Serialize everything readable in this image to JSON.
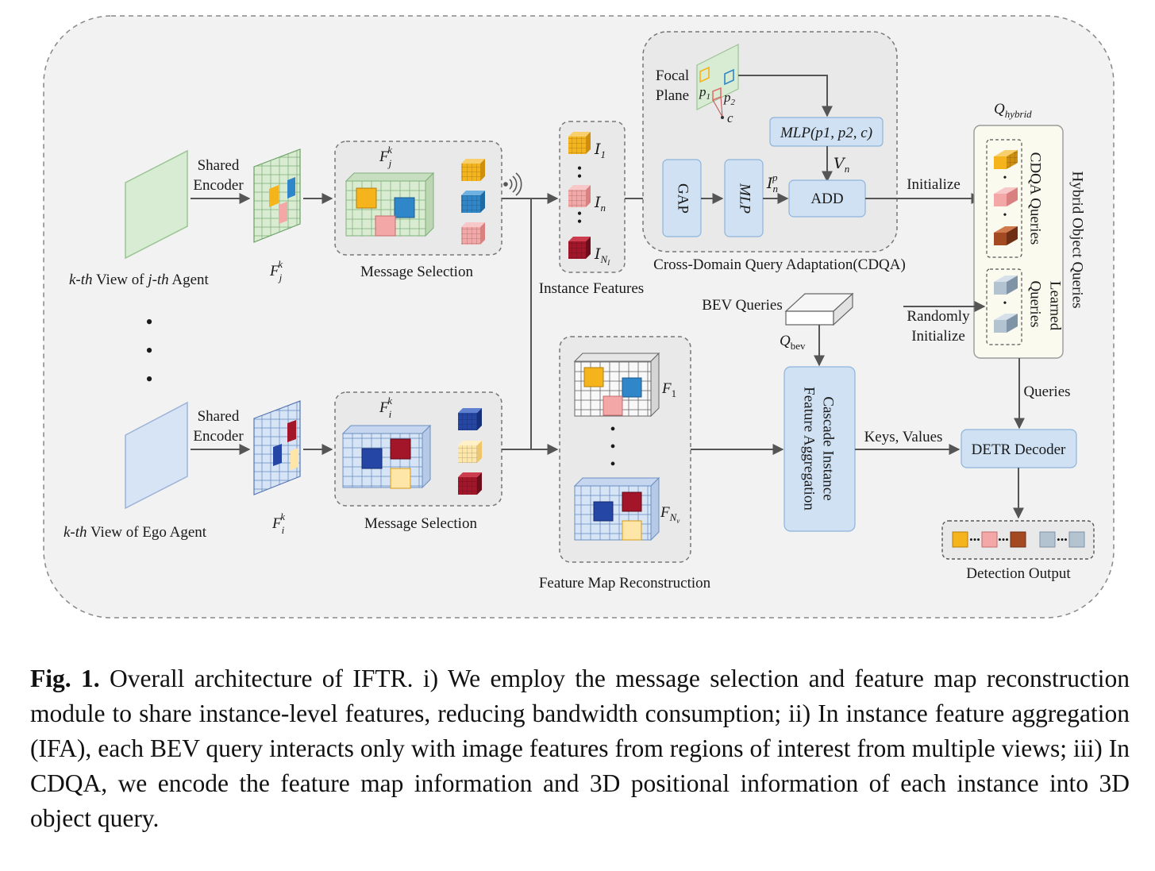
{
  "diagram": {
    "top_agent": {
      "view_label_k": "k-th",
      "view_label_mid": " View of ",
      "view_label_j": "j-th",
      "view_label_end": " Agent",
      "encoder_line1": "Shared",
      "encoder_line2": "Encoder",
      "feature_base": "F",
      "feature_sub": "j",
      "feature_sup": "k",
      "selection_label": "Message Selection"
    },
    "dots": "•",
    "bottom_agent": {
      "view_label_k": "k-th",
      "view_label_rest": " View of Ego Agent",
      "encoder_line1": "Shared",
      "encoder_line2": "Encoder",
      "feature_base": "F",
      "feature_sub": "i",
      "feature_sup": "k",
      "selection_label": "Message Selection"
    },
    "instance_features": {
      "label": "Instance Features",
      "i_symbol": "I",
      "sub_1": "1",
      "sub_n": "n",
      "sub_NI_base": "N",
      "sub_NI_sub": "I"
    },
    "cdqa": {
      "focal_line1": "Focal",
      "focal_line2": "Plane",
      "p1": "p",
      "p1_sub": "1",
      "p2": "p",
      "p2_sub": "2",
      "c": "c",
      "mlp_formula": "MLP(p1, p2, c)",
      "v_symbol": "V",
      "v_sub": "n",
      "gap": "GAP",
      "mlp": "MLP",
      "i_symbol": "I",
      "i_sub": "n",
      "i_sup": "p",
      "add": "ADD",
      "label": "Cross-Domain Query Adaptation(CDQA)",
      "initialize": "Initialize"
    },
    "hybrid": {
      "q_base": "Q",
      "q_sub": "hybrid",
      "cdqa_queries": "CDQA Queries",
      "learned_line1": "Learned",
      "learned_line2": "Queries",
      "side_label": "Hybrid Object Queries",
      "random_line1": "Randomly",
      "random_line2": "Initialize",
      "queries": "Queries"
    },
    "bev": {
      "label": "BEV Queries",
      "q_base": "Q",
      "q_sub": "bev"
    },
    "cascade": {
      "line1": "Cascade Instance",
      "line2": "Feature Aggregation",
      "keys_values": "Keys, Values"
    },
    "reconstruction": {
      "label": "Feature Map Reconstruction",
      "f_symbol": "F",
      "sub_1": "1",
      "sub_Nv_base": "N",
      "sub_Nv_sub": "v"
    },
    "decoder": {
      "label": "DETR Decoder"
    },
    "output": {
      "label": "Detection Output"
    }
  },
  "caption": {
    "fig_number": "Fig. 1.",
    "text": "Overall architecture of IFTR. i) We employ the message selection and feature map reconstruction module to share instance-level features, reducing bandwidth consumption; ii) In instance feature aggregation (IFA), each BEV query interacts only with image features from regions of interest from multiple views; iii) In CDQA, we encode the feature map information and 3D positional information of each instance into 3D object query."
  },
  "colors": {
    "yellow": "#f5b31c",
    "blue": "#2f86c8",
    "pink": "#f3a7a7",
    "darkred": "#a3162a",
    "navy": "#2546a5",
    "lightyellow": "#fde6a8",
    "brown": "#a34a22",
    "grayblue": "#b4c3d0",
    "module_blue": "#cfe1f3",
    "grid_green": "#d9ecd2",
    "grid_blue": "#d7e4f5",
    "panel_gray": "#f2f2f2"
  }
}
